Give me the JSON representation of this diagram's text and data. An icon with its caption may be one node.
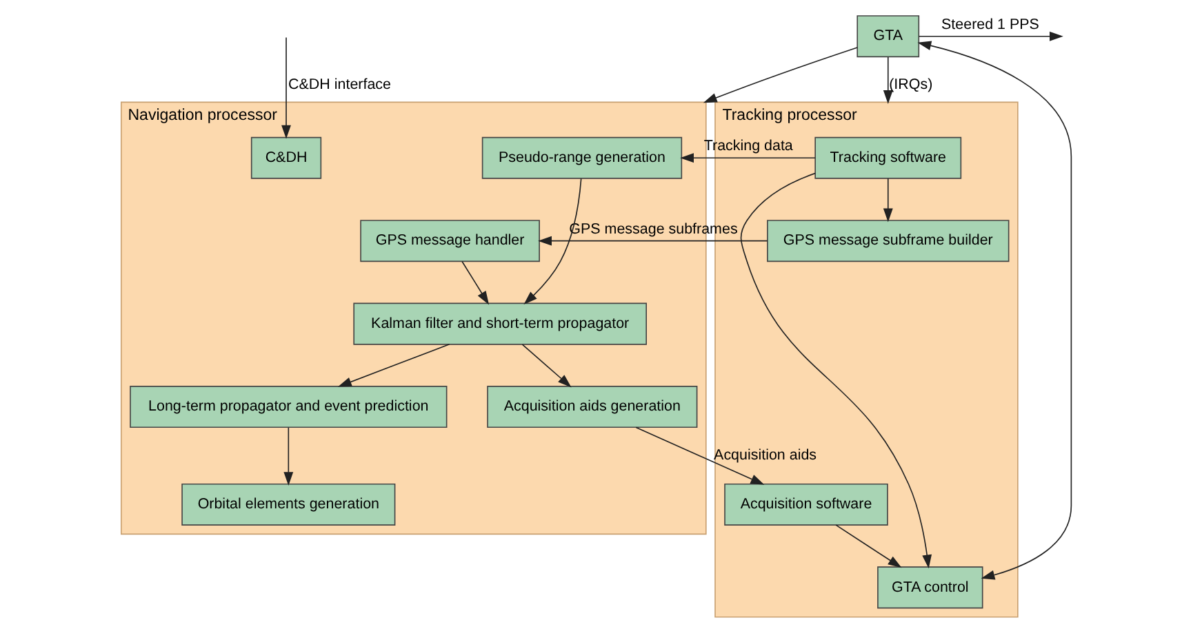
{
  "diagram": {
    "nodes": [
      {
        "text": [
          "GTA"
        ]
      },
      {
        "text": [
          "Tracking processor"
        ]
      },
      {
        "text": [
          "GTA control"
        ],
        "in": 1
      },
      {
        "text": [
          "Tracking software"
        ],
        "in": 1
      },
      {
        "text": [
          "Acquisition software"
        ],
        "in": 1
      },
      {
        "text": [
          "GPS message subframe builder"
        ],
        "in": 1
      },
      {
        "text": [
          "Navigation processor"
        ]
      },
      {
        "text": [
          "Pseudo-range generation"
        ],
        "in": 6
      },
      {
        "text": [
          "C&DH"
        ],
        "in": 6
      },
      {
        "text": [
          "Kalman filter and short-term propagator"
        ],
        "in": 6
      },
      {
        "text": [
          "Long-term propagator and event prediction"
        ],
        "in": 6
      },
      {
        "text": [
          "GPS message handler"
        ],
        "in": 6
      },
      {
        "text": [
          "Acquisition aids generation"
        ],
        "in": 6
      },
      {
        "text": [
          "Orbital elements generation"
        ],
        "in": 6
      }
    ],
    "edges": [
      {
        "from": 0,
        "to": null,
        "arrow": "to",
        "label": "Steered 1 PPS"
      },
      {
        "from": 0,
        "to": 1,
        "arrow": "to",
        "label": "(IRQs)"
      },
      {
        "from": 0,
        "to": 6,
        "arrow": "to"
      },
      {
        "from": 0,
        "to": 2,
        "arrow": "both"
      },
      {
        "from": 3,
        "to": 2,
        "arrow": "to"
      },
      {
        "from": 3,
        "to": 7,
        "arrow": "to",
        "label": "Tracking data"
      },
      {
        "from": 3,
        "to": 5,
        "arrow": "to"
      },
      {
        "from": 4,
        "to": 2,
        "arrow": "to"
      },
      {
        "from": 5,
        "to": 11,
        "arrow": "to",
        "label": "GPS message subframes"
      },
      {
        "from": 12,
        "to": 4,
        "arrow": "to",
        "label": "Acquisition aids"
      },
      {
        "from": 7,
        "to": 9,
        "arrow": "to"
      },
      {
        "from": 11,
        "to": 9,
        "arrow": "to"
      },
      {
        "from": 9,
        "to": 10,
        "arrow": "to"
      },
      {
        "from": 9,
        "to": 12,
        "arrow": "to"
      },
      {
        "from": 10,
        "to": 13,
        "arrow": "to"
      },
      {
        "from": null,
        "to": 8,
        "arrow": "to",
        "label": "C&DH interface"
      }
    ]
  }
}
